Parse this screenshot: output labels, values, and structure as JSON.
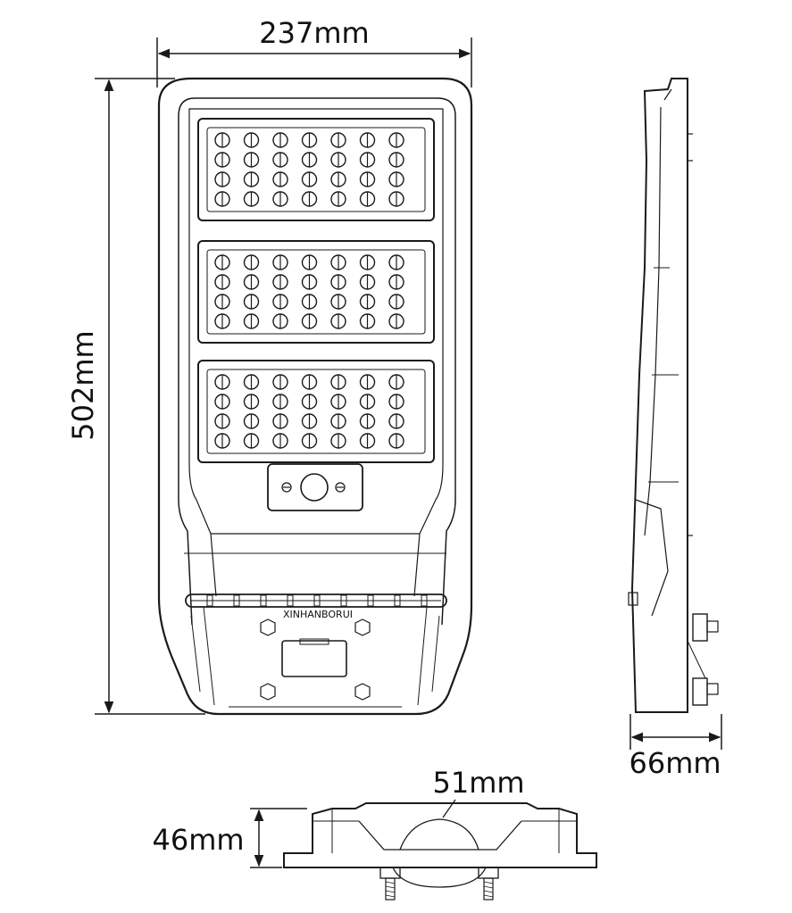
{
  "dimensions": {
    "width": "237mm",
    "height": "502mm",
    "side_depth": "66mm",
    "bracket_width": "51mm",
    "bracket_height": "46mm"
  },
  "brand_label": "XINHANBORUI",
  "panels": {
    "count": 3,
    "led_rows_per_panel": 4,
    "led_cols_per_panel": 7
  }
}
